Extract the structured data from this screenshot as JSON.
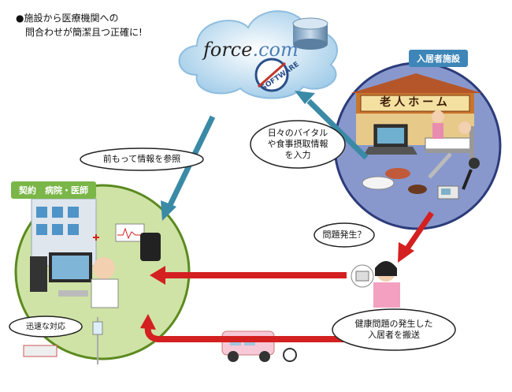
{
  "intro": {
    "bullet": "●",
    "line1": "施設から医療機関への",
    "line2": "問合わせが簡潔且つ正確に!"
  },
  "cloud": {
    "brand_prefix": "force",
    "brand_suffix": ".com",
    "seal": "SOFTWARE"
  },
  "facility": {
    "label": "入居者施設",
    "sign": "老人ホーム"
  },
  "hospital": {
    "label": "契約　病院・医師"
  },
  "bubbles": {
    "vitals": [
      "日々のバイタル",
      "や食事摂取情報",
      "を入力"
    ],
    "reference": "前もって情報を参照",
    "problem": "問題発生？",
    "rapid": "迅速な対応",
    "transport": [
      "健康問題の発生した",
      "入居者を搬送"
    ]
  },
  "colors": {
    "label_green": "#7ab648",
    "label_blue": "#3f86b8",
    "circle_green": "#cfe3a6",
    "circle_blue": "#8898cc",
    "arrow_teal": "#3a8aa6",
    "arrow_red": "#d42020"
  }
}
